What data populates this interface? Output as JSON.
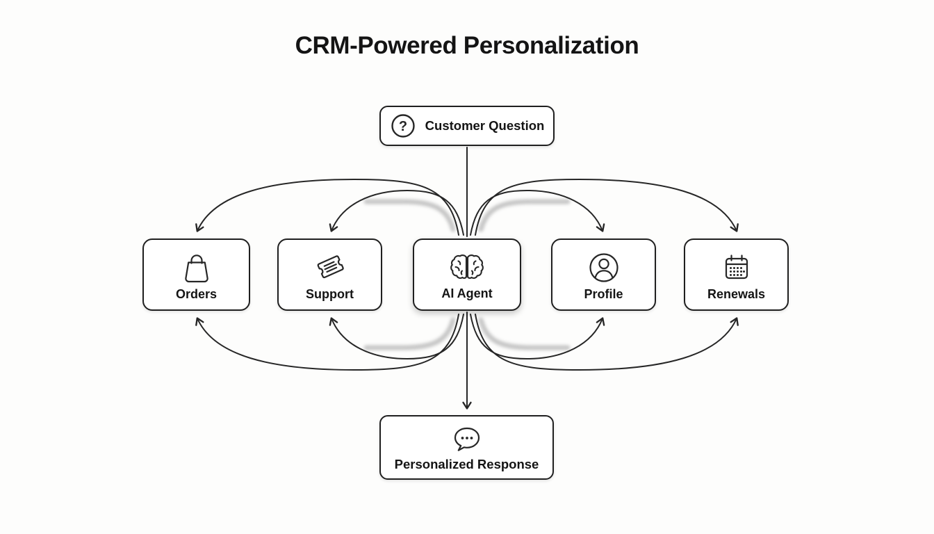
{
  "title": "CRM-Powered Personalization",
  "nodes": {
    "customer_question": {
      "label": "Customer Question",
      "icon": "question-circle"
    },
    "row": [
      {
        "label": "Orders",
        "icon": "shopping-bag"
      },
      {
        "label": "Support",
        "icon": "ticket"
      },
      {
        "label": "AI Agent",
        "icon": "brain"
      },
      {
        "label": "Profile",
        "icon": "user-circle"
      },
      {
        "label": "Renewals",
        "icon": "calendar"
      }
    ],
    "personalized_response": {
      "label": "Personalized Response",
      "icon": "chat-bubble"
    }
  },
  "colors": {
    "background": "#fdfdfc",
    "box_border": "#1f1f1f",
    "text": "#141414",
    "arrow": "#262626",
    "arrow_shadow": "#b3b3b3"
  }
}
